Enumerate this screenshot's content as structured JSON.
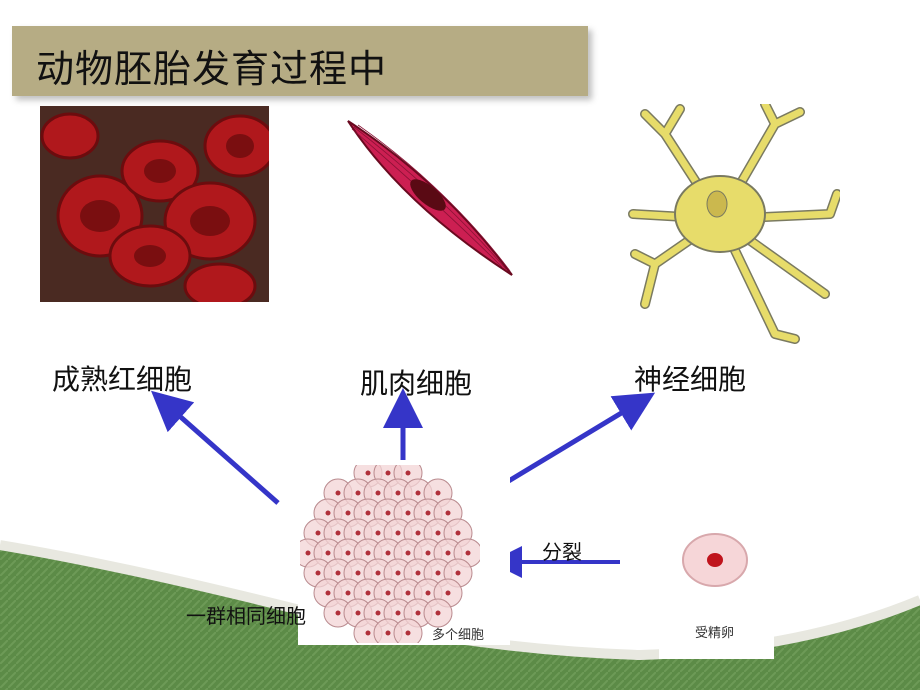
{
  "title": "动物胚胎发育过程中",
  "labels": {
    "rbc": "成熟红细胞",
    "muscle": "肌肉细胞",
    "nerve": "神经细胞",
    "group": "一群相同细胞",
    "divide": "分裂",
    "many_cells": "多个细胞",
    "zygote": "受精卵"
  },
  "colors": {
    "title_bg": "#b6ac84",
    "arrow": "#3535c8",
    "green_band": "#5a8a46",
    "rbc": "#b0181c",
    "muscle": "#cc1f52",
    "nerve": "#e7dc6a"
  }
}
